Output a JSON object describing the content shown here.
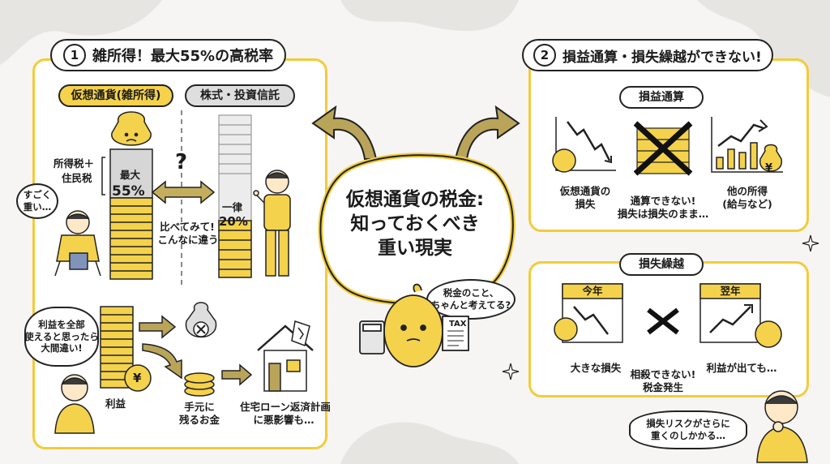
{
  "left_panel": {
    "title_number": "1",
    "title": "雑所得！最大55%の高税率",
    "tag_crypto": "仮想通貨(雑所得)",
    "tag_stocks": "株式・投資信託",
    "tax_label_1": "所得税＋",
    "tax_label_2": "住民税",
    "max_label": "最大",
    "max_value": "55%",
    "question_mark": "?",
    "compare_line1": "比べてみて!",
    "compare_line2": "こんなに違う",
    "flat_label": "一律",
    "flat_value": "20%",
    "sad_bubble_line1": "すごく",
    "sad_bubble_line2": "重い…",
    "worry_bubble_line1": "利益を全部",
    "worry_bubble_line2": "使えると思ったら",
    "worry_bubble_line3": "大間違い!",
    "coin_symbol": "¥",
    "profit_label": "利益",
    "remaining_line1": "手元に",
    "remaining_line2": "残るお金",
    "loan_line1": "住宅ローン返済計画",
    "loan_line2": "に悪影響も…"
  },
  "center": {
    "title_line1": "仮想通貨の税金:",
    "title_line2": "知っておくべき",
    "title_line3": "重い現実",
    "bubble_line1": "税金のこと、",
    "bubble_line2": "ちゃんと考えてる?",
    "tax_doc_label": "TAX"
  },
  "right_panel": {
    "title_number": "2",
    "title": "損益通算・損失繰越ができない!",
    "tag_offset": "損益通算",
    "loss_label_line1": "仮想通貨の",
    "loss_label_line2": "損失",
    "cannot_offset_line1": "通算できない!",
    "cannot_offset_line2": "損失は損失のまま…",
    "other_income_line1": "他の所得",
    "other_income_line2": "(給与など)",
    "tag_carry": "損失繰越",
    "this_year": "今年",
    "next_year": "翌年",
    "big_loss": "大きな損失",
    "cannot_carry_line1": "相殺できない!",
    "cannot_carry_line2": "税金発生",
    "profit_next": "利益が出ても…",
    "risk_bubble_line1": "損失リスクがさらに",
    "risk_bubble_line2": "重くのしかかる…"
  },
  "colors": {
    "accent_yellow": "#f2cc3a",
    "coin_yellow": "#f4d24c",
    "outline": "#222222",
    "gray": "#c9c9c9",
    "arrow_olive": "#b9a45a"
  }
}
